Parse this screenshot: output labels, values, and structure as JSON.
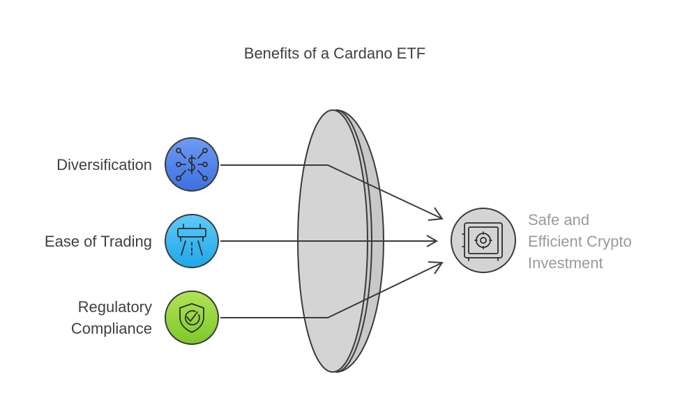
{
  "title": "Benefits of a Cardano ETF",
  "inputs": [
    {
      "label": "Diversification",
      "icon": "money-network-icon",
      "color": "#4f82ec"
    },
    {
      "label": "Ease of Trading",
      "icon": "highway-icon",
      "color": "#31b4f2"
    },
    {
      "label_lines": [
        "Regulatory",
        "Compliance"
      ],
      "icon": "shield-check-icon",
      "color": "#92d636"
    }
  ],
  "lens": {
    "name": "lens",
    "color": "#d4d4d4"
  },
  "output": {
    "lines": [
      "Safe and",
      "Efficient Crypto",
      "Investment"
    ],
    "icon": "safe-icon",
    "color": "#9a9a9a"
  }
}
